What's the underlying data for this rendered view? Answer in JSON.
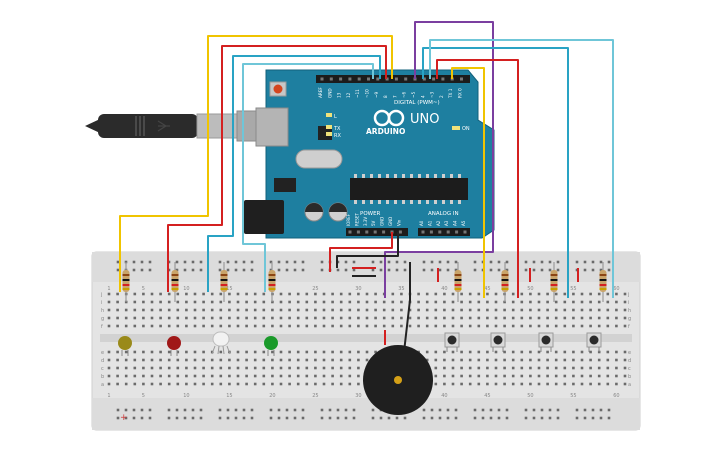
{
  "board": {
    "brand": "ARDUINO",
    "model": "UNO",
    "digital_header": "DIGITAL (PWM~)",
    "analog_header": "ANALOG IN",
    "power_header": "POWER",
    "on_label": "ON",
    "tx_label": "TX",
    "rx_label": "RX",
    "l_label": "L",
    "digital_pins": [
      "AREF",
      "GND",
      "13",
      "12",
      "~11",
      "~10",
      "~9",
      "8",
      "7",
      "~6",
      "~5",
      "4",
      "~3",
      "2",
      "TX 1",
      "RX 0"
    ],
    "power_pins": [
      "IOREF",
      "RESET",
      "3.3V",
      "5V",
      "GND",
      "GND",
      "Vin"
    ],
    "analog_pins": [
      "A0",
      "A1",
      "A2",
      "A3",
      "A4",
      "A5"
    ]
  },
  "breadboard": {
    "column_numbers": [
      "1",
      "5",
      "10",
      "15",
      "20",
      "25",
      "30",
      "35",
      "40",
      "45",
      "50",
      "55",
      "60"
    ],
    "row_letters_top": [
      "j",
      "i",
      "h",
      "g",
      "f"
    ],
    "row_letters_bottom": [
      "e",
      "d",
      "c",
      "b",
      "a"
    ]
  },
  "colors": {
    "board": "#1e7fa0",
    "breadboard": "#e6e6e6",
    "wire_yellow": "#f0c400",
    "wire_red": "#d42020",
    "wire_cyan": "#29a3c4",
    "wire_lightblue": "#6fc6d8",
    "wire_purple": "#7b3fa0",
    "wire_black": "#222222",
    "led_yellow": "#9a8a1a",
    "led_red": "#a01818",
    "led_green": "#1a9a2a"
  }
}
